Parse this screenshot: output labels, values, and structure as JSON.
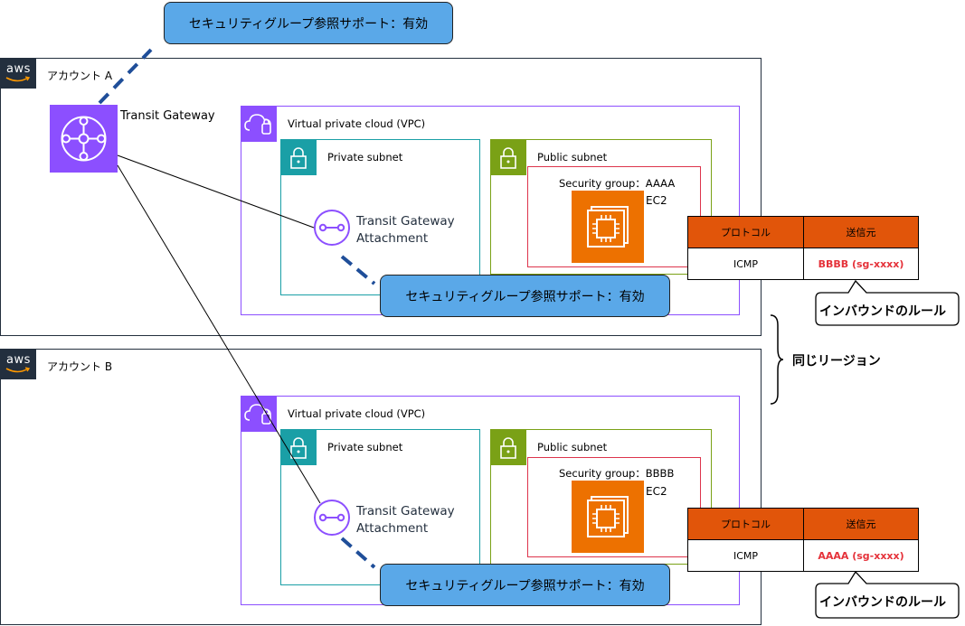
{
  "callouts": {
    "top": "セキュリティグループ参照サポート：有効",
    "mid_a": "セキュリティグループ参照サポート：有効",
    "mid_b": "セキュリティグループ参照サポート：有効"
  },
  "account_a": {
    "logo": "aws",
    "label": "アカウント A",
    "tgw_label": "Transit Gateway",
    "vpc_label": "Virtual private cloud (VPC)",
    "private_subnet": "Private subnet",
    "public_subnet": "Public subnet",
    "attach_line1": "Transit Gateway",
    "attach_line2": "Attachment",
    "sg_label": "Security group：AAAA",
    "ec2_label": "EC2",
    "rules": {
      "h_protocol": "プロトコル",
      "h_source": "送信元",
      "protocol": "ICMP",
      "source": "BBBB (sg-xxxx)"
    },
    "bubble": "インバウンドのルール"
  },
  "account_b": {
    "logo": "aws",
    "label": "アカウント B",
    "vpc_label": "Virtual private cloud (VPC)",
    "private_subnet": "Private subnet",
    "public_subnet": "Public subnet",
    "attach_line1": "Transit Gateway",
    "attach_line2": "Attachment",
    "sg_label": "Security group：BBBB",
    "ec2_label": "EC2",
    "rules": {
      "h_protocol": "プロトコル",
      "h_source": "送信元",
      "protocol": "ICMP",
      "source": "AAAA (sg-xxxx)"
    },
    "bubble": "インバウンドのルール"
  },
  "region_label": "同じリージョン",
  "colors": {
    "callout": "#5aa8e8",
    "dash": "#1f4e99",
    "vpc": "#8c4fff",
    "private": "#1a9fa6",
    "public": "#7aa116",
    "ec2": "#ed7100",
    "sg": "#dd344c",
    "table_header": "#e1550a",
    "source_text": "#e5323a"
  }
}
